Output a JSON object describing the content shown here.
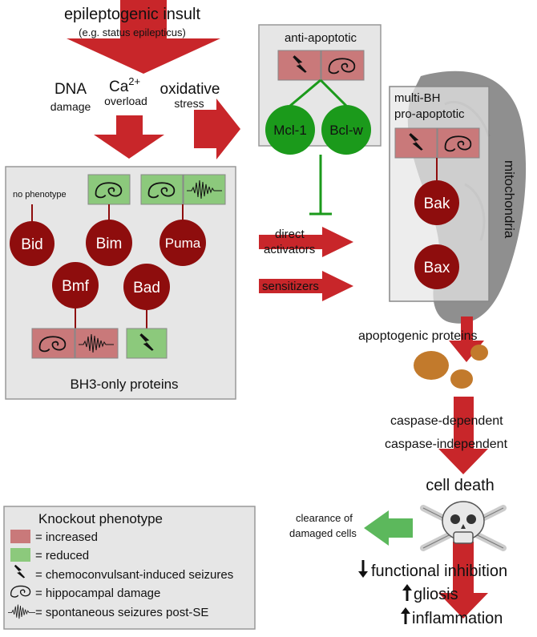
{
  "header": {
    "title": "epileptogenic insult",
    "subtitle": "(e.g. status epilepticus)"
  },
  "triggers": {
    "dna": "DNA",
    "dna_sub": "damage",
    "ca_base": "Ca",
    "ca_sup": "2+",
    "ca_sub": "overload",
    "ox": "oxidative",
    "ox_sub": "stress"
  },
  "anti_apoptotic": {
    "title": "anti-apoptotic",
    "proteins": [
      "Mcl-1",
      "Bcl-w"
    ]
  },
  "multi_bh": {
    "title_line1": "multi-BH",
    "title_line2": "pro-apoptotic",
    "proteins": [
      "Bak",
      "Bax"
    ],
    "organelle": "mitochondria"
  },
  "bh3_only": {
    "label": "BH3-only proteins",
    "no_phenotype": "no phenotype",
    "proteins": [
      "Bid",
      "Bim",
      "Puma",
      "Bmf",
      "Bad"
    ]
  },
  "activators": {
    "direct_line1": "direct",
    "direct_line2": "activators",
    "sensitizers": "sensitizers"
  },
  "outcomes": {
    "apoptogenic": "apoptogenic proteins",
    "caspase_dep": "caspase-dependent",
    "caspase_indep": "caspase-independent",
    "cell_death": "cell death",
    "clearance_line1": "clearance of",
    "clearance_line2": "damaged cells",
    "functional": "functional inhibition",
    "gliosis": "gliosis",
    "inflammation": "inflammation"
  },
  "legend": {
    "title": "Knockout phenotype",
    "items": [
      "= increased",
      "= reduced",
      "= chemoconvulsant-induced seizures",
      "= hippocampal damage",
      "= spontaneous seizures post-SE"
    ]
  },
  "colors": {
    "arrow_red": "#c8262a",
    "dark_red_node": "#8e0d0d",
    "green_node": "#1b9a1b",
    "increased": "#c9797a",
    "reduced": "#8cc97c",
    "box_gray": "#e6e6e6",
    "mito_gray": "#8f8f8f",
    "clearance_green": "#5cb85c",
    "orange": "#c27a2c"
  },
  "icons": [
    "lightning-icon",
    "hippocampus-icon",
    "eeg-spikes-icon",
    "skull-crossbones-icon",
    "down-arrow-icon",
    "up-arrow-icon"
  ]
}
